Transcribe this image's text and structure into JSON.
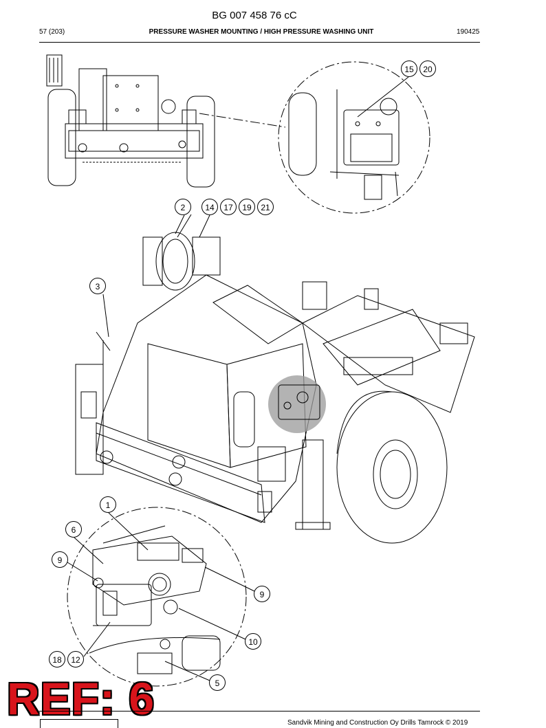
{
  "header": {
    "doc_number": "BG 007 458 76 cC",
    "page": "57 (203)",
    "title": "PRESSURE WASHER MOUNTING / HIGH PRESSURE WASHING UNIT",
    "date": "190425"
  },
  "callouts": [
    "15",
    "20",
    "2",
    "14",
    "17",
    "19",
    "21",
    "3",
    "1",
    "6",
    "9",
    "9",
    "10",
    "18",
    "12",
    "5"
  ],
  "ref_stamp": "REF: 6",
  "footer": {
    "copyright": "Sandvik Mining and Construction Oy Drills Tamrock © 2019"
  }
}
